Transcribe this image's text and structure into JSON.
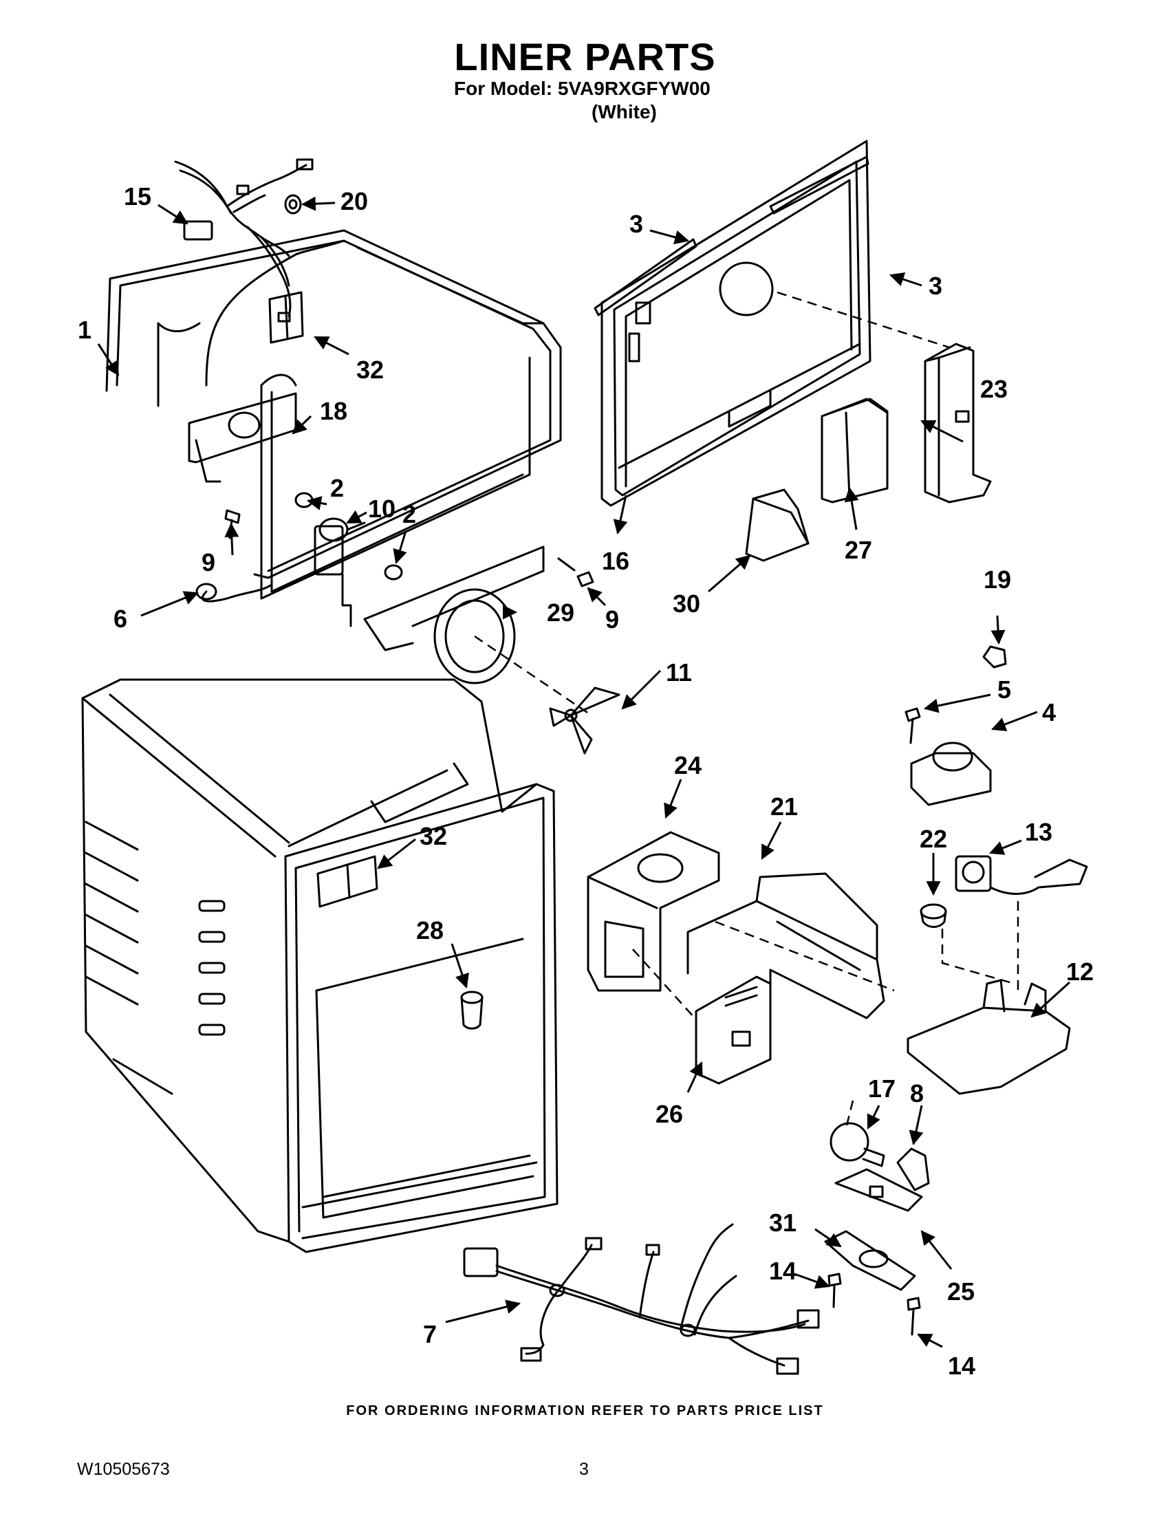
{
  "header": {
    "title": "LINER PARTS",
    "model_line": "For Model: 5VA9RXGFYW00",
    "color_line": "(White)"
  },
  "callouts": [
    {
      "id": "c1",
      "label": "1"
    },
    {
      "id": "c2a",
      "label": "2"
    },
    {
      "id": "c2b",
      "label": "2"
    },
    {
      "id": "c3a",
      "label": "3"
    },
    {
      "id": "c3b",
      "label": "3"
    },
    {
      "id": "c4",
      "label": "4"
    },
    {
      "id": "c5",
      "label": "5"
    },
    {
      "id": "c6",
      "label": "6"
    },
    {
      "id": "c7",
      "label": "7"
    },
    {
      "id": "c8",
      "label": "8"
    },
    {
      "id": "c9a",
      "label": "9"
    },
    {
      "id": "c9b",
      "label": "9"
    },
    {
      "id": "c10",
      "label": "10"
    },
    {
      "id": "c11",
      "label": "11"
    },
    {
      "id": "c12",
      "label": "12"
    },
    {
      "id": "c13",
      "label": "13"
    },
    {
      "id": "c14a",
      "label": "14"
    },
    {
      "id": "c14b",
      "label": "14"
    },
    {
      "id": "c15",
      "label": "15"
    },
    {
      "id": "c16",
      "label": "16"
    },
    {
      "id": "c17",
      "label": "17"
    },
    {
      "id": "c18",
      "label": "18"
    },
    {
      "id": "c19",
      "label": "19"
    },
    {
      "id": "c20",
      "label": "20"
    },
    {
      "id": "c21",
      "label": "21"
    },
    {
      "id": "c22",
      "label": "22"
    },
    {
      "id": "c23",
      "label": "23"
    },
    {
      "id": "c24",
      "label": "24"
    },
    {
      "id": "c25",
      "label": "25"
    },
    {
      "id": "c26",
      "label": "26"
    },
    {
      "id": "c27",
      "label": "27"
    },
    {
      "id": "c28",
      "label": "28"
    },
    {
      "id": "c29",
      "label": "29"
    },
    {
      "id": "c30",
      "label": "30"
    },
    {
      "id": "c31",
      "label": "31"
    },
    {
      "id": "c32a",
      "label": "32"
    },
    {
      "id": "c32b",
      "label": "32"
    }
  ],
  "footer": {
    "ordering_note": "FOR ORDERING INFORMATION REFER TO PARTS PRICE LIST",
    "document_id": "W10505673",
    "page_number": "3"
  }
}
